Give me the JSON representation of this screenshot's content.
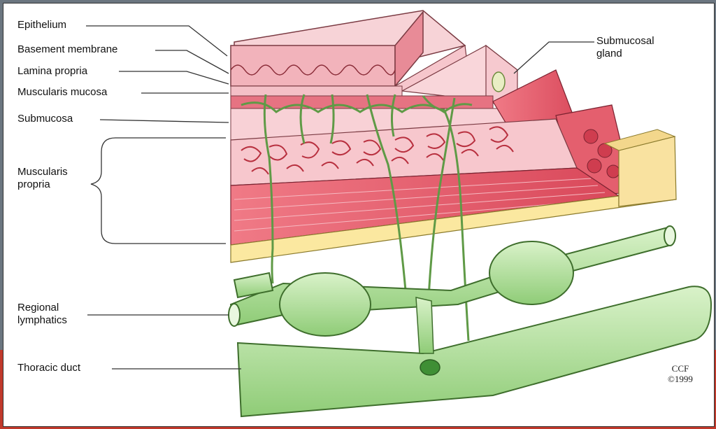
{
  "labels": {
    "epithelium": "Epithelium",
    "basement_membrane": "Basement membrane",
    "lamina_propria": "Lamina propria",
    "muscularis_mucosa": "Muscularis mucosa",
    "submucosa": "Submucosa",
    "muscularis_propria": "Muscularis propria",
    "submucosal_gland": "Submucosal gland",
    "regional_lymphatics": "Regional lymphatics",
    "thoracic_duct": "Thoracic duct"
  },
  "credit": {
    "line1": "CCF",
    "line2": "©1999"
  },
  "colors": {
    "epithelium": "#f4b6bd",
    "muscle": "#e45f6e",
    "lymph": "#b9e3a2",
    "fat": "#fbe8a0"
  }
}
